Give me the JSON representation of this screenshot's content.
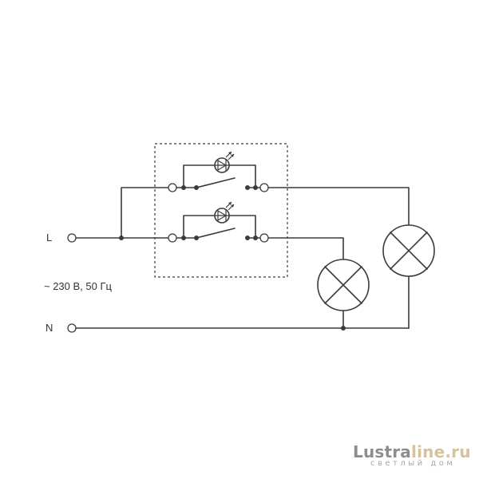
{
  "labels": {
    "phase": "L",
    "neutral": "N",
    "supply": "~ 230 В, 50 Гц"
  },
  "watermark": {
    "brand_main": "Lustra",
    "brand_accent": "line.ru",
    "tagline": "светлый дом"
  },
  "colors": {
    "line": "#3c3c3c",
    "watermark_gray": "#8d8d8d",
    "watermark_gold": "#d6c39a"
  },
  "components": {
    "switch": "two-gang switch with indicator LEDs",
    "lamps": 2
  }
}
